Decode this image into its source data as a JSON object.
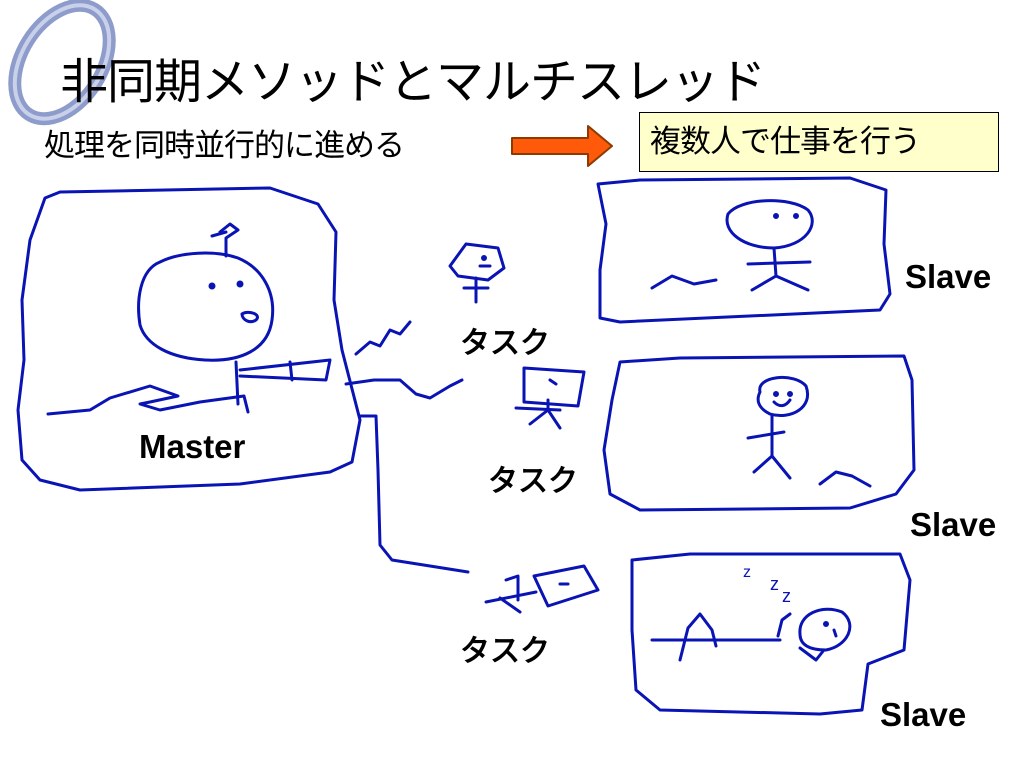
{
  "slide": {
    "title": "非同期メソッドとマルチスレッド",
    "subtitle": "処理を同時並行的に進める",
    "callout": "複数人で仕事を行う"
  },
  "diagram": {
    "master_label": "Master",
    "slave_labels": [
      "Slave",
      "Slave",
      "Slave"
    ],
    "task_labels": [
      "タスク",
      "タスク",
      "タスク"
    ],
    "sleep_marks": [
      "z",
      "z",
      "z"
    ]
  },
  "colors": {
    "ink": "#0a14b4",
    "arrow_fill": "#ff5a0a",
    "arrow_stroke": "#8c3a00",
    "callout_bg": "#ffffcc",
    "swoosh": "#8e9ccc"
  }
}
